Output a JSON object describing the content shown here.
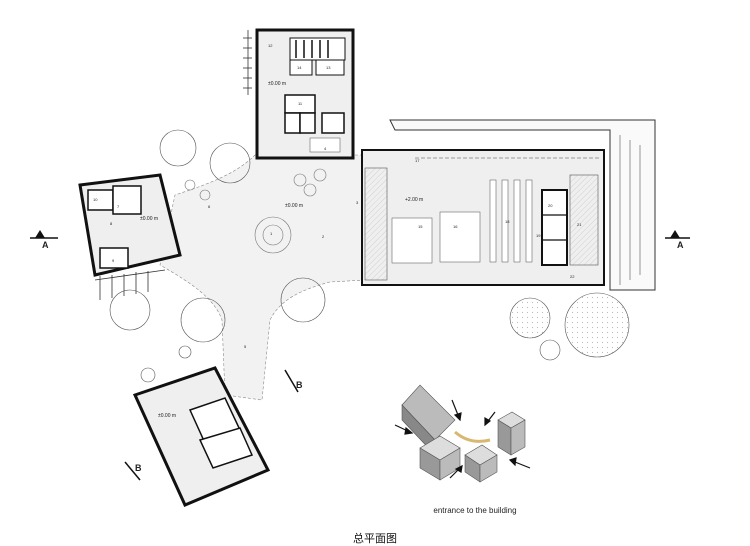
{
  "title": "总平面图",
  "axo_caption": "entrance to the building",
  "level_labels": {
    "north_wing": "±0.00 m",
    "west_wing": "±0.00 m",
    "plaza": "±0.00 m",
    "south_wing": "±0.00 m",
    "east_hall": "+2.00 m"
  },
  "section_marks": {
    "A_left": "A",
    "A_right": "A",
    "B_left": "B",
    "B_right": "B"
  },
  "room_numbers": {
    "r1": "1",
    "r2": "2",
    "r3": "3",
    "r4": "4",
    "r5": "5",
    "r6": "6",
    "r7": "7",
    "r8": "8",
    "r9": "9",
    "r10": "10",
    "r11": "11",
    "r12": "12",
    "r13": "13",
    "r14": "14",
    "r15": "15",
    "r16": "16",
    "r17": "17",
    "r18": "18",
    "r19": "19",
    "r20": "20",
    "r21": "21",
    "r22": "22"
  }
}
